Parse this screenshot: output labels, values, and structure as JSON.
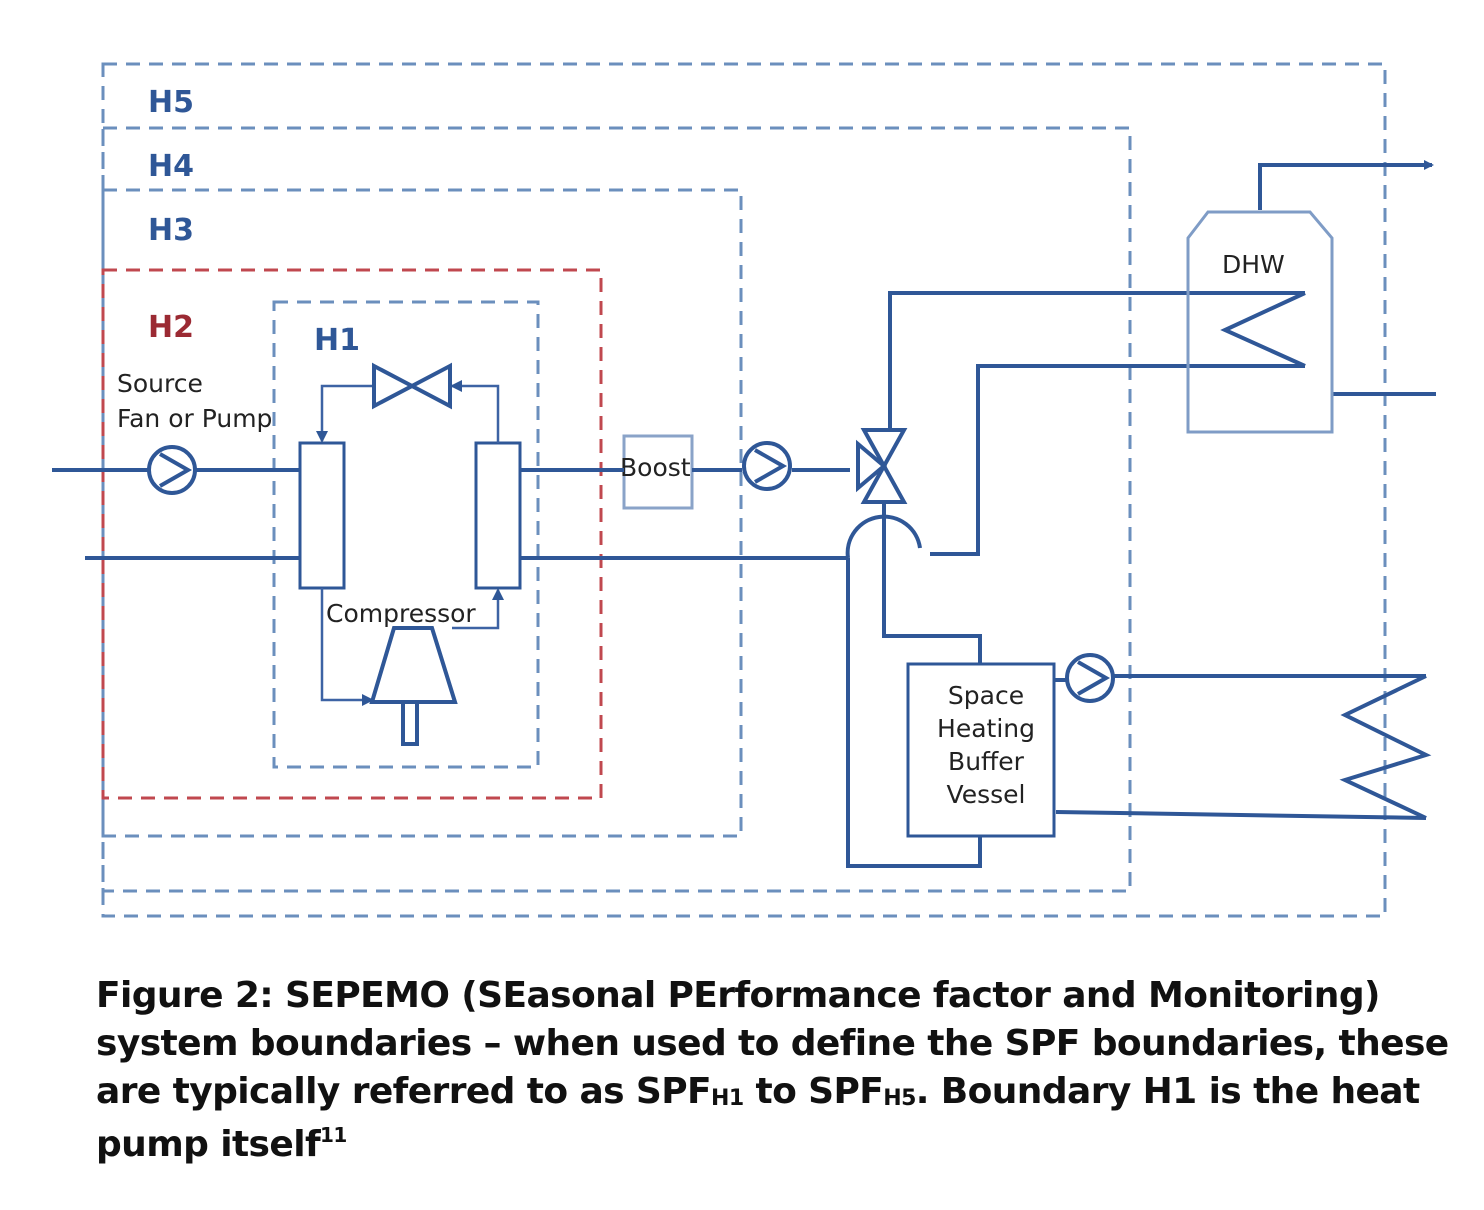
{
  "boundaries": {
    "h5": "H5",
    "h4": "H4",
    "h3": "H3",
    "h2": "H2",
    "h1": "H1"
  },
  "components": {
    "source_line1": "Source",
    "source_line2": "Fan or Pump",
    "compressor": "Compressor",
    "boost": "Boost",
    "dhw": "DHW",
    "buffer_line1": "Space",
    "buffer_line2": "Heating",
    "buffer_line3": "Buffer",
    "buffer_line4": "Vessel"
  },
  "caption": {
    "part1": "Figure 2: SEPEMO (SEasonal PErformance factor and Monitoring) system boundaries – when used to define the SPF boundaries, these are typically referred to as SPF",
    "sub1": "H1",
    "part2": " to SPF",
    "sub2": "H5",
    "part3": ". Boundary H1 is the heat pump itself",
    "sup": "11"
  },
  "colors": {
    "pipe": "#2f5797",
    "boundary_blue": "#6b8fbd",
    "boundary_red": "#c0484f",
    "label_blue": "#2f5797",
    "label_red": "#9b2a33"
  }
}
